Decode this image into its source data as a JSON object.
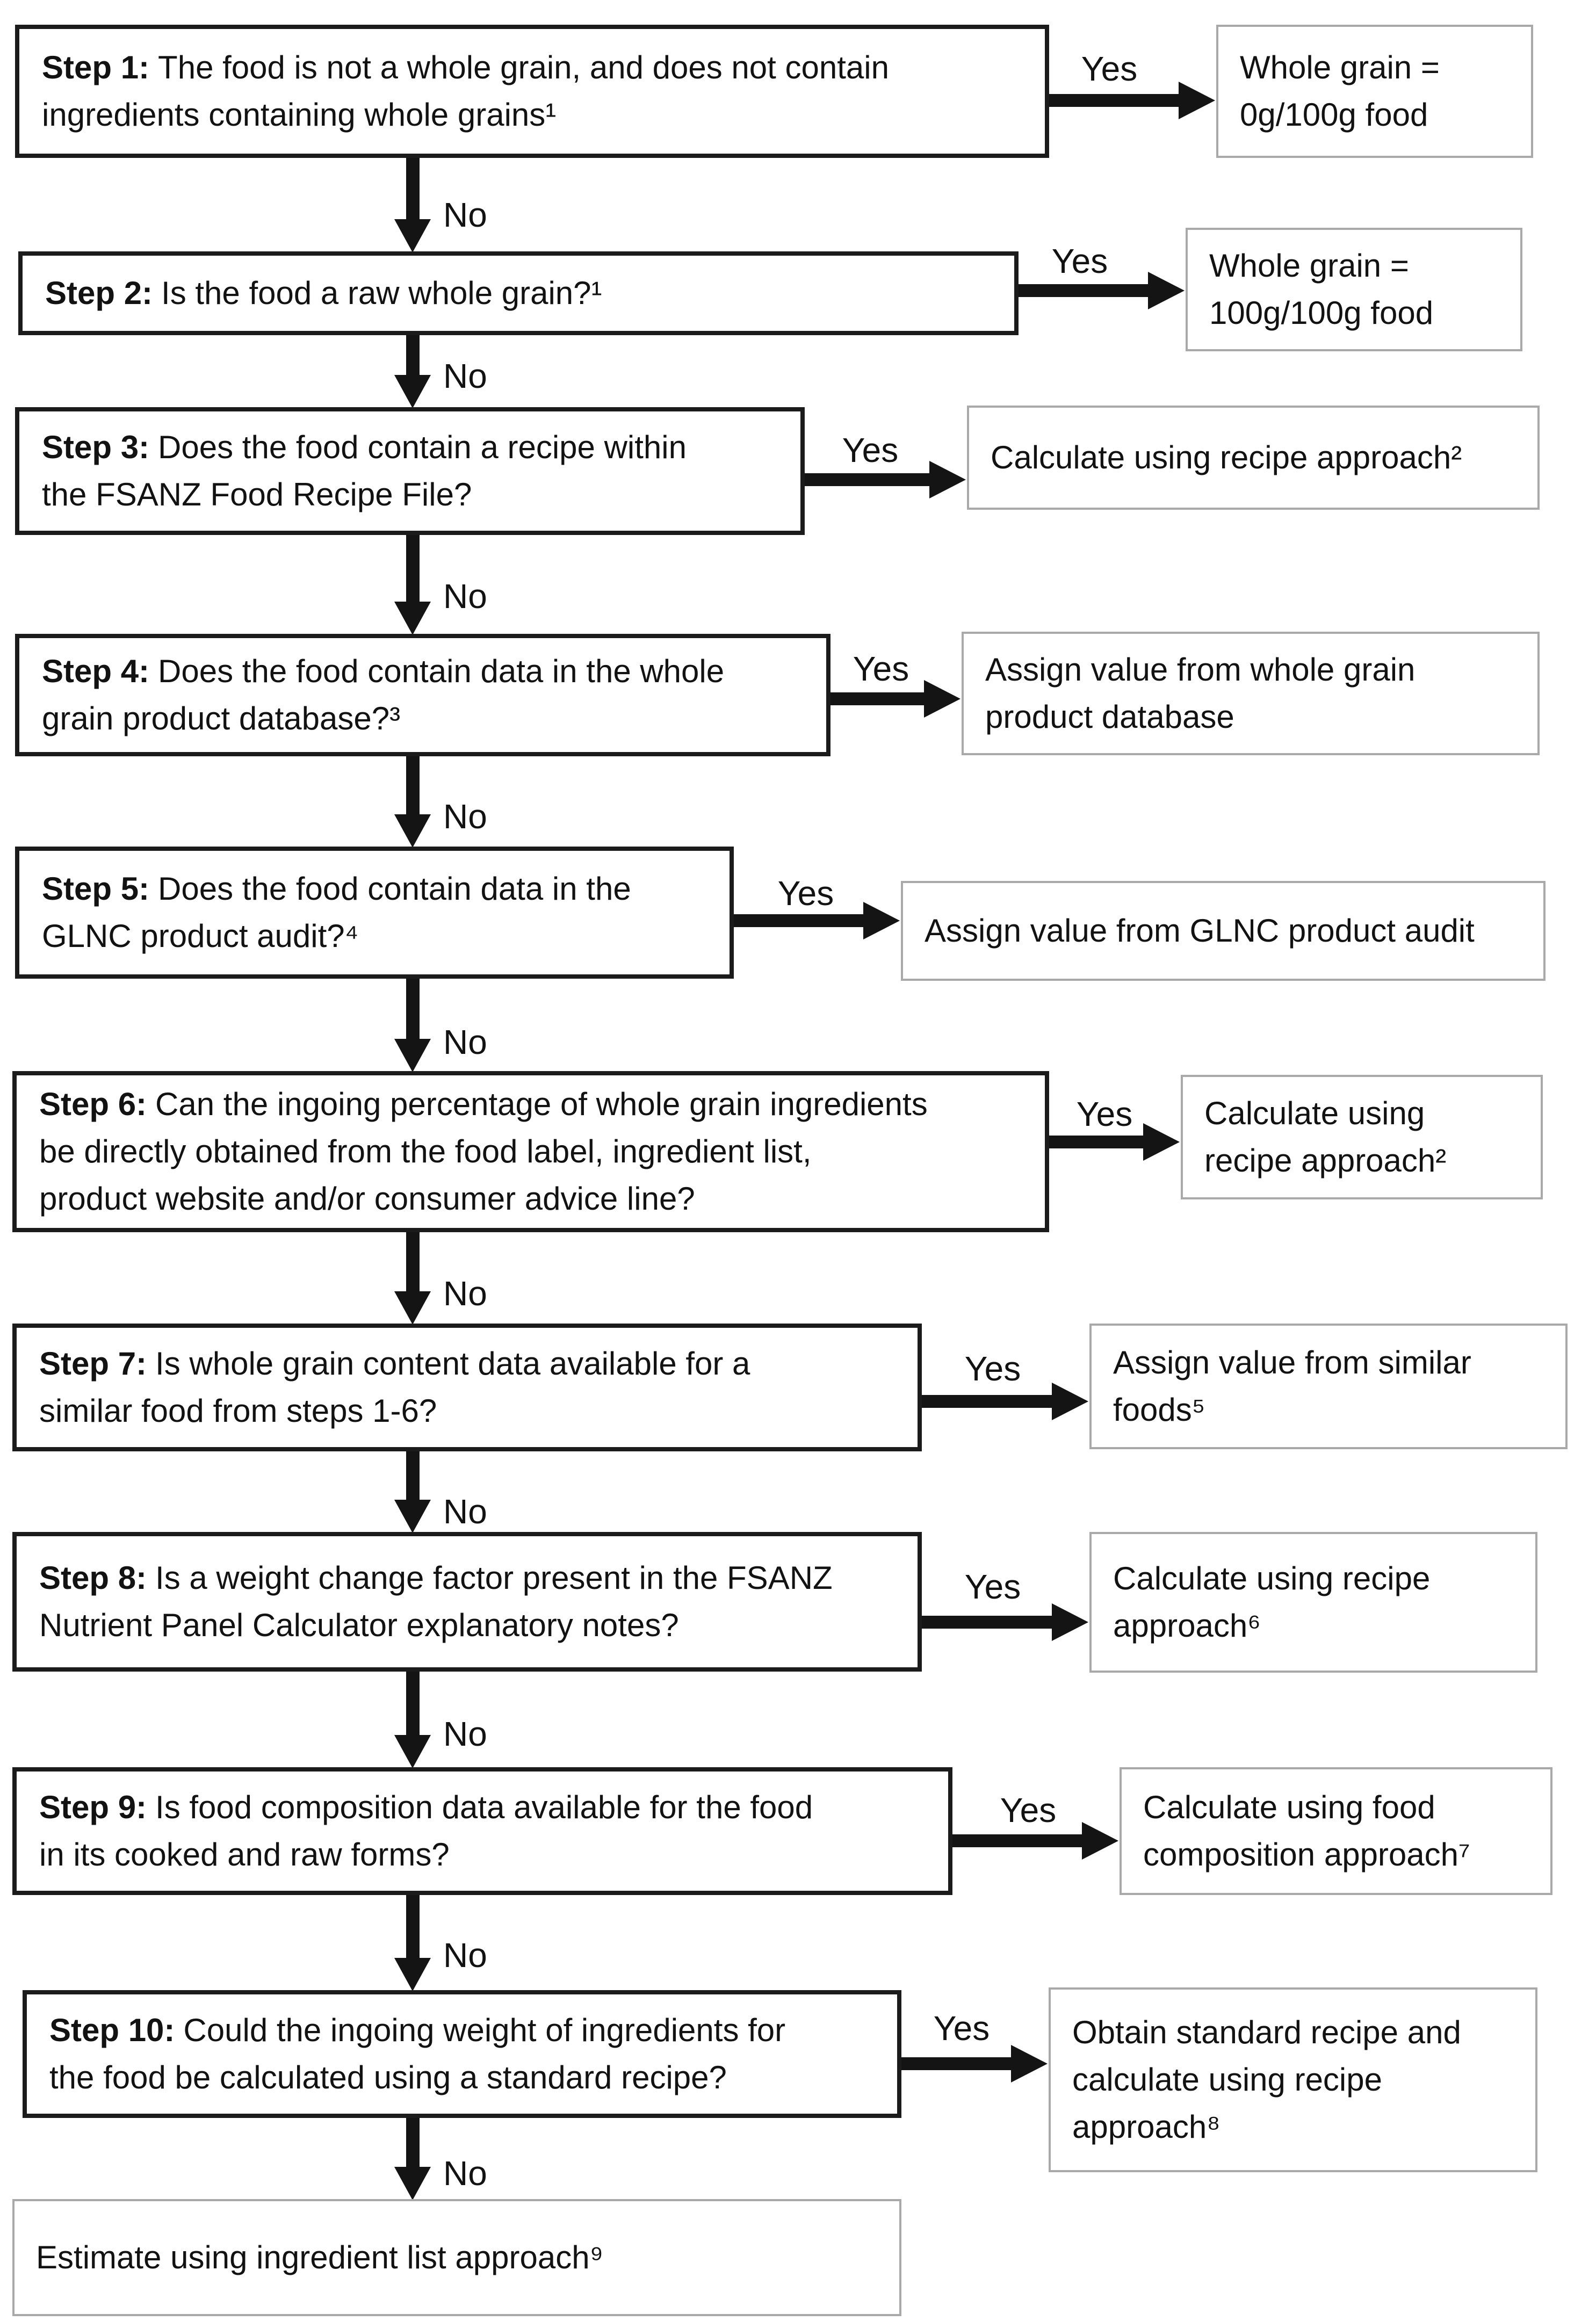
{
  "labels": {
    "yes": "Yes",
    "no": "No"
  },
  "steps": [
    {
      "label": "Step 1:",
      "q_lines": [
        "The food is not a whole grain, and does not contain",
        "ingredients containing whole grains¹"
      ],
      "result_lines": [
        "Whole grain =",
        "0g/100g food"
      ]
    },
    {
      "label": "Step 2:",
      "q_lines": [
        "Is the food a raw whole grain?¹"
      ],
      "result_lines": [
        "Whole grain =",
        "100g/100g food"
      ]
    },
    {
      "label": "Step 3:",
      "q_lines": [
        "Does the food contain a recipe within",
        "the FSANZ Food Recipe File?"
      ],
      "result_lines": [
        "Calculate using recipe approach²"
      ]
    },
    {
      "label": "Step 4:",
      "q_lines": [
        "Does the food contain data in the whole",
        "grain product database?³"
      ],
      "result_lines": [
        "Assign value from whole grain",
        "product database"
      ]
    },
    {
      "label": "Step 5:",
      "q_lines": [
        "Does the food contain data in the",
        "GLNC product audit?⁴"
      ],
      "result_lines": [
        "Assign value from GLNC product audit"
      ]
    },
    {
      "label": "Step 6:",
      "q_lines": [
        "Can the ingoing percentage of whole grain ingredients",
        "be directly obtained from the food label, ingredient list,",
        "product website and/or consumer advice line?"
      ],
      "result_lines": [
        "Calculate using",
        "recipe approach²"
      ]
    },
    {
      "label": "Step 7:",
      "q_lines": [
        "Is whole grain content data available for a",
        "similar food from steps 1-6?"
      ],
      "result_lines": [
        "Assign value from similar",
        "foods⁵"
      ]
    },
    {
      "label": "Step 8:",
      "q_lines": [
        "Is a weight change factor present in the FSANZ",
        "Nutrient Panel Calculator explanatory notes?"
      ],
      "result_lines": [
        "Calculate using recipe",
        "approach⁶"
      ]
    },
    {
      "label": "Step 9:",
      "q_lines": [
        "Is food composition data available for the food",
        "in its cooked and raw forms?"
      ],
      "result_lines": [
        "Calculate using food",
        "composition approach⁷"
      ]
    },
    {
      "label": "Step 10:",
      "q_lines": [
        "Could the ingoing weight of ingredients for",
        "the food be calculated using a standard recipe?"
      ],
      "result_lines": [
        "Obtain standard recipe and",
        "calculate using recipe",
        "approach⁸"
      ]
    }
  ],
  "final": {
    "text": "Estimate using ingredient list approach⁹"
  }
}
